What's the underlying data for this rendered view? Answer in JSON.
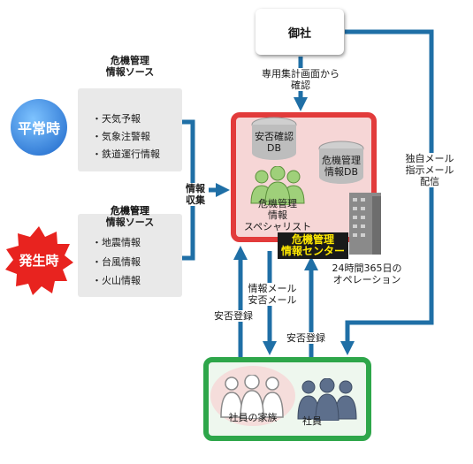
{
  "company": {
    "label": "御社",
    "check_note": "専用集計画面から\n確認"
  },
  "modes": {
    "normal": "平常時",
    "emergency": "発生時"
  },
  "sources": [
    {
      "title": "危機管理\n情報ソース",
      "items": [
        "・天気予報",
        "・気象注警報",
        "・鉄道運行情報"
      ]
    },
    {
      "title": "危機管理\n情報ソース",
      "items": [
        "・地震情報",
        "・台風情報",
        "・火山情報"
      ]
    }
  ],
  "collect_label": "情報\n収集",
  "center": {
    "db_safety": "安否確認\nDB",
    "db_crisis": "危機管理\n情報DB",
    "specialist": "危機管理\n情報\nスペシャリスト",
    "name": "危機管理\n情報センター",
    "operation": "24時間365日の\nオペレーション"
  },
  "flows": {
    "direct_mail": "独自メール\n指示メール\n配信",
    "info_mail": "情報メール\n安否メール",
    "safety_reg_left": "安否登録",
    "safety_reg_right": "安否登録"
  },
  "people": {
    "family": "社員の家族",
    "staff": "社員"
  },
  "colors": {
    "arrow": "#1f6fa6",
    "center_border": "#e23b3b",
    "employee_border": "#2ea64a",
    "label_text": "#ffe800"
  }
}
